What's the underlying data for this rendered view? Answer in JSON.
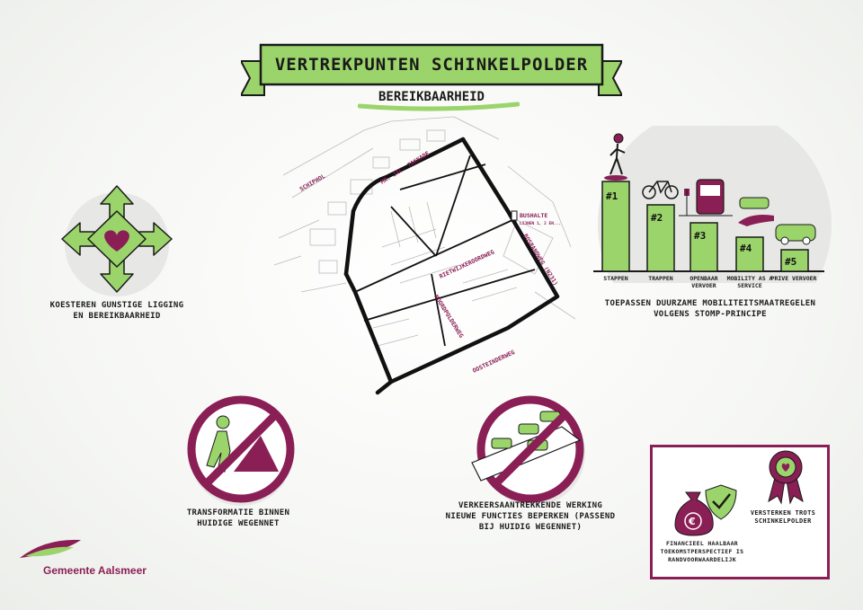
{
  "title": "VERTREKPUNTEN SCHINKELPOLDER",
  "subtitle": "BEREIKBAARHEID",
  "map": {
    "streets": {
      "schiphol": "SCHIPHOL",
      "kade": "MR. JAC. TAKKADE",
      "bushalte": "BUSHALTE",
      "bushalte_sub": "LIJNEN 1, 2 EN...",
      "rietwijkeroordweg": "RIETWIJKEROORDWEG",
      "bosrandweg": "BOSRANDWEG (N231)",
      "nooiddweg": "NOORDPOLDERWEG",
      "oosteinderweg": "OOSTEINDERWEG"
    }
  },
  "cards": {
    "ligging": "KOESTEREN GUNSTIGE LIGGING EN BEREIKBAARHEID",
    "transformatie": "TRANSFORMATIE BINNEN HUIDIGE WEGENNET",
    "verkeer": "VERKEERSAANTREKKENDE WERKING NIEUWE FUNCTIES BEPERKEN (PASSEND BIJ HUIDIG WEGENNET)",
    "stomp": "TOEPASSEN DUURZAME MOBILITEITSMAATREGELEN VOLGENS STOMP-PRINCIPE",
    "financieel": "FINANCIEEL HAALBAAR TOEKOMSTPERSPECTIEF IS RANDVOORWAARDELIJK",
    "trots": "VERSTERKEN TROTS SCHINKELPOLDER"
  },
  "stomp": {
    "ranks": [
      {
        "num": "#1",
        "label": "STAPPEN"
      },
      {
        "num": "#2",
        "label": "TRAPPEN"
      },
      {
        "num": "#3",
        "label": "OPENBAAR VERVOER"
      },
      {
        "num": "#4",
        "label": "MOBILITY AS A SERVICE"
      },
      {
        "num": "#5",
        "label": "PRIVE VERVOER"
      }
    ]
  },
  "logo": "Gemeente Aalsmeer",
  "colors": {
    "green": "#9bd46b",
    "green_dark": "#2f6b1f",
    "purple": "#8a1f55",
    "grey_circle": "#e7e8e5"
  },
  "icons": [
    "heart-arrows-icon",
    "no-hiking-icon",
    "no-cars-icon",
    "walker-icon",
    "bicycle-icon",
    "bus-icon",
    "car-hand-icon",
    "car-icon",
    "money-bag-icon",
    "shield-check-icon",
    "rosette-icon"
  ]
}
